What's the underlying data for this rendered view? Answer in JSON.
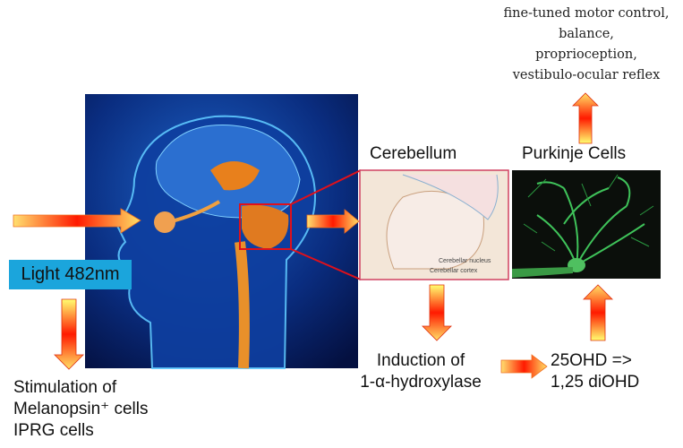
{
  "outcomes": [
    "fine-tuned motor control,",
    "balance,",
    "proprioception,",
    "vestibulo-ocular reflex"
  ],
  "labels": {
    "cerebellum": "Cerebellum",
    "purkinje": "Purkinje Cells",
    "light": "Light 482nm",
    "stimulation": [
      "Stimulation of",
      "Melanopsin⁺ cells",
      "IPRG cells"
    ],
    "induction": [
      "Induction of",
      "1-α-hydroxylase"
    ],
    "conversion": [
      "25OHD =>",
      "1,25 diOHD"
    ],
    "cerebellar_nucleus": "Cerebellar nucleus",
    "cerebellar_cortex": "Cerebellar cortex"
  },
  "colors": {
    "arrow_red": "#ff0000",
    "arrow_yellow": "#ffff66",
    "light_box": "#1ba5dc",
    "zoom_box": "#e0101a",
    "head_bg": "#06205a"
  }
}
